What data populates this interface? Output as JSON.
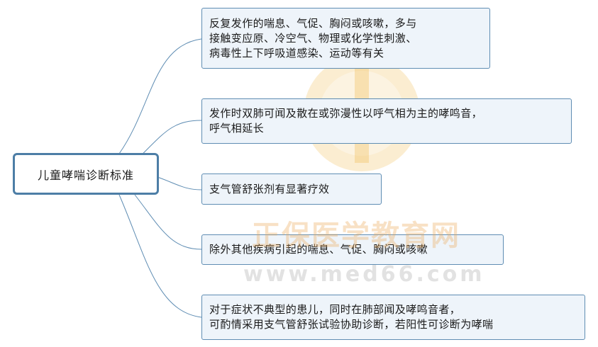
{
  "root": {
    "label": "儿童哮喘诊断标准"
  },
  "criteria": [
    {
      "text": "反复发作的喘息、气促、胸闷或咳嗽，多与\n接触变应原、冷空气、物理或化学性刺激、\n病毒性上下呼吸道感染、运动等有关"
    },
    {
      "text": "发作时双肺可闻及散在或弥漫性以呼气相为主的哮鸣音，\n呼气相延长"
    },
    {
      "text": "支气管舒张剂有显著疗效"
    },
    {
      "text": "除外其他疾病引起的喘息、气促、胸闷或咳嗽"
    },
    {
      "text": "对于症状不典型的患儿，同时在肺部闻及哮鸣音者，\n可酌情采用支气管舒张试验协助诊断，若阳性可诊断为哮喘"
    }
  ],
  "watermark": {
    "text": "正保医学教育网",
    "url": "www.med66.com"
  },
  "colors": {
    "connector": "#5f8db3",
    "box_fill": "#eef4fa",
    "root_border": "#4d7ea6",
    "watermark_logo": "#f2c267"
  }
}
